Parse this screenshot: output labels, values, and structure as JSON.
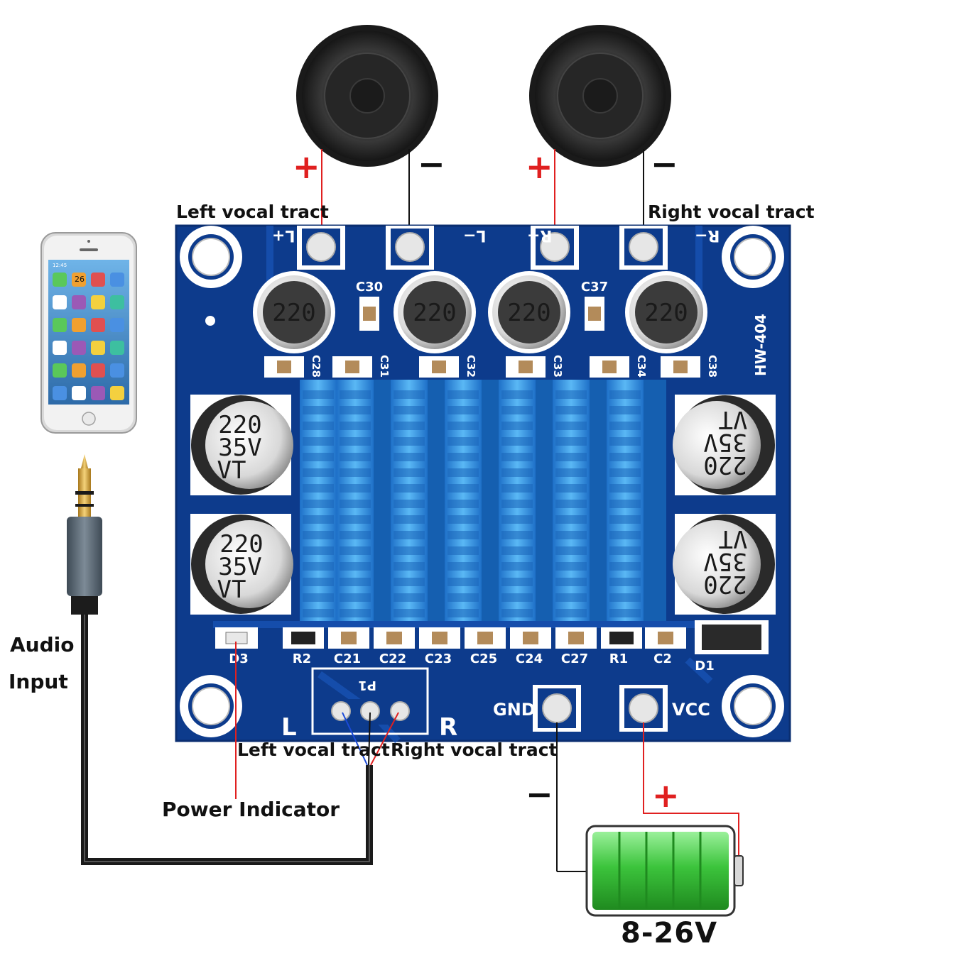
{
  "labels": {
    "left_vocal_tract_top": "Left vocal tract",
    "right_vocal_tract_top": "Right vocal tract",
    "audio_input_line1": "Audio",
    "audio_input_line2": "Input",
    "left_vocal_tract_bottom": "Left vocal tract",
    "right_vocal_tract_bottom": "Right vocal tract",
    "power_indicator": "Power Indicator",
    "voltage": "8-26V"
  },
  "speaker_signs": {
    "left_plus": "+",
    "left_minus": "−",
    "right_plus": "+",
    "right_minus": "−"
  },
  "power_signs": {
    "minus": "−",
    "plus": "+"
  },
  "board": {
    "model": "HW-404",
    "terminals": {
      "l_plus": "L+",
      "l_minus": "L−",
      "r_plus": "R+",
      "r_minus": "R−"
    },
    "inductor_value": "220",
    "electrolytic": {
      "value": "220",
      "voltage": "35V",
      "series": "VT"
    },
    "smd_labels": [
      "C30",
      "C37",
      "C28",
      "C31",
      "C32",
      "C33",
      "C34",
      "C38",
      "D3",
      "R2",
      "C21",
      "C22",
      "C23",
      "C25",
      "C24",
      "C27",
      "R1",
      "C2",
      "D1"
    ],
    "input_header": "P1",
    "input_left": "L",
    "input_right": "R",
    "gnd": "GND",
    "vcc": "VCC"
  },
  "phone": {
    "time": "12:45",
    "date": "26"
  },
  "colors": {
    "pcb": "#0d3b8c",
    "heatsink": "#3ea0e8",
    "wire_red": "#e02020",
    "wire_blue": "#1a4ad8",
    "battery_green": "#3cc43c"
  }
}
